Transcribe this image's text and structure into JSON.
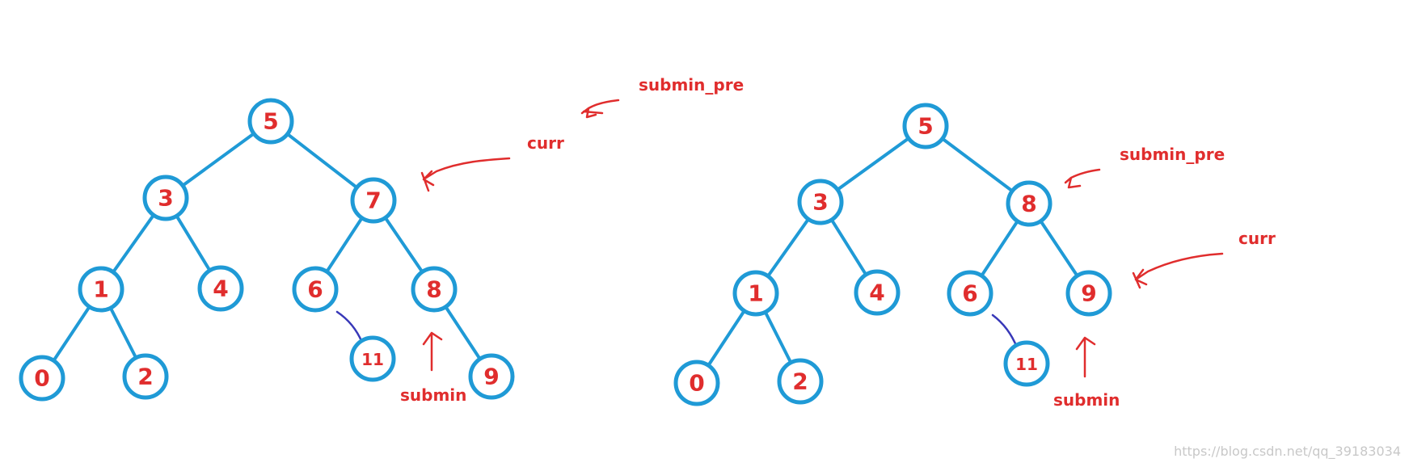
{
  "colors": {
    "edge": "#1f9ad6",
    "label": "#e02d2d",
    "thread": "#3838b8"
  },
  "trees": [
    {
      "nodes": [
        "5",
        "3",
        "7",
        "1",
        "4",
        "6",
        "8",
        "0",
        "2",
        "11",
        "9"
      ],
      "annotations": {
        "submin_pre": "submin_pre",
        "curr": "curr",
        "submin": "submin"
      }
    },
    {
      "nodes": [
        "5",
        "3",
        "8",
        "1",
        "4",
        "6",
        "9",
        "0",
        "2",
        "11"
      ],
      "annotations": {
        "submin_pre": "submin_pre",
        "curr": "curr",
        "submin": "submin"
      }
    }
  ],
  "watermark": "https://blog.csdn.net/qq_39183034"
}
